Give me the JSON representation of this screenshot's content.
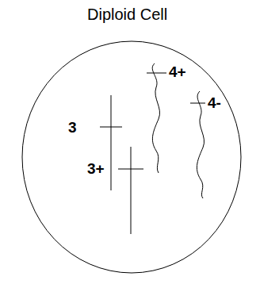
{
  "diagram": {
    "title": "Diploid Cell",
    "labels": [
      "3",
      "3+",
      "4+",
      "4-"
    ]
  }
}
